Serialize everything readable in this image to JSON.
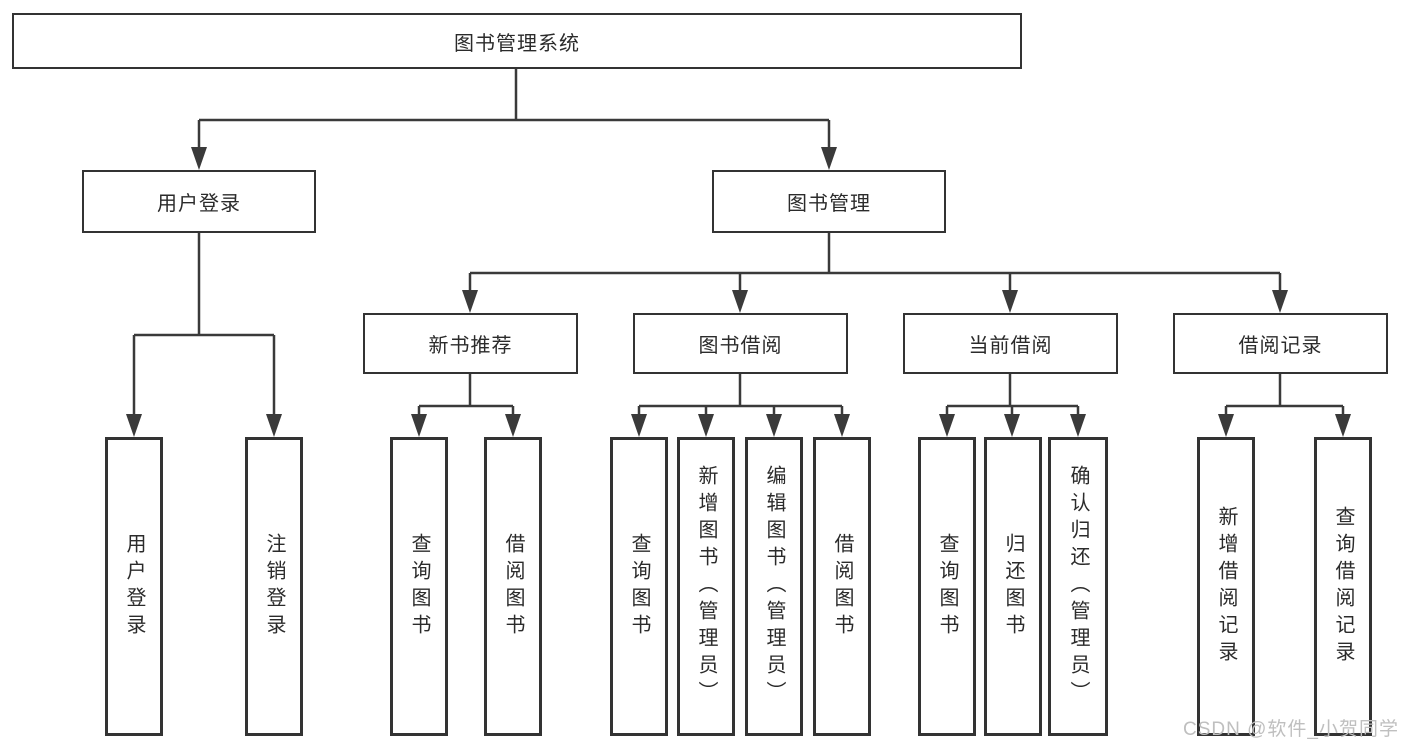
{
  "tree": {
    "label": "图书管理系统",
    "children": [
      {
        "label": "用户登录",
        "children": [
          {
            "label": "用户登录"
          },
          {
            "label": "注销登录"
          }
        ]
      },
      {
        "label": "图书管理",
        "children": [
          {
            "label": "新书推荐",
            "children": [
              {
                "label": "查询图书"
              },
              {
                "label": "借阅图书"
              }
            ]
          },
          {
            "label": "图书借阅",
            "children": [
              {
                "label": "查询图书"
              },
              {
                "label": "新增图书（管理员）"
              },
              {
                "label": "编辑图书（管理员）"
              },
              {
                "label": "借阅图书"
              }
            ]
          },
          {
            "label": "当前借阅",
            "children": [
              {
                "label": "查询图书"
              },
              {
                "label": "归还图书"
              },
              {
                "label": "确认归还（管理员）"
              }
            ]
          },
          {
            "label": "借阅记录",
            "children": [
              {
                "label": "新增借阅记录"
              },
              {
                "label": "查询借阅记录"
              }
            ]
          }
        ]
      }
    ]
  },
  "watermark": "CSDN @软件_小贺同学",
  "colors": {
    "line": "#3a3a3a",
    "box_border": "#333333",
    "text": "#2b2b2b",
    "background": "#ffffff",
    "watermark": "#bfbfbf"
  }
}
